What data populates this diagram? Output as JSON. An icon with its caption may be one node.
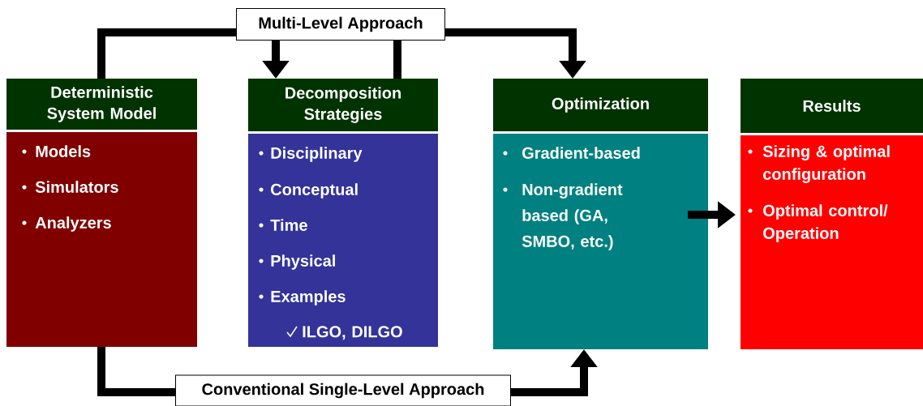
{
  "diagram": {
    "nodes": [
      {
        "text": [
          "Multi-Level Approach"
        ]
      },
      {
        "text": [
          "Deterministic System Model",
          "Models",
          "Simulators",
          "Analyzers"
        ]
      },
      {
        "text": [
          "Decomposition Strategies",
          "Disciplinary",
          "Conceptual",
          "Time",
          "Physical",
          "Examples",
          "ILGO, DILGO"
        ]
      },
      {
        "text": [
          "Optimization",
          "Gradient-based",
          "Non-gradient based (GA, SMBO, etc.)"
        ]
      },
      {
        "text": [
          "Results",
          "Sizing & optimal configuration",
          "Optimal control/ Operation"
        ]
      },
      {
        "text": [
          "Conventional Single-Level Approach"
        ]
      }
    ],
    "edges": [
      {
        "from": 1,
        "to": 0,
        "arrow": "none"
      },
      {
        "from": 0,
        "to": 2,
        "arrow": "to"
      },
      {
        "from": 2,
        "to": 0,
        "arrow": "none"
      },
      {
        "from": 0,
        "to": 3,
        "arrow": "to"
      },
      {
        "from": 1,
        "to": 5,
        "arrow": "none"
      },
      {
        "from": 5,
        "to": 3,
        "arrow": "to"
      },
      {
        "from": 3,
        "to": 4,
        "arrow": "to"
      }
    ]
  }
}
